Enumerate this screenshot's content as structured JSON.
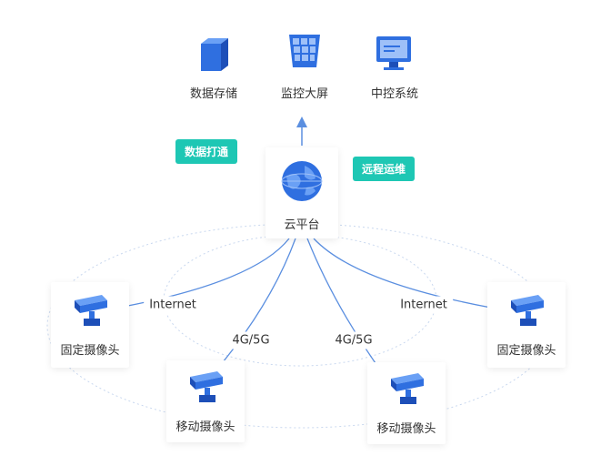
{
  "top_nodes": [
    {
      "label": "数据存储",
      "icon": "cube-icon"
    },
    {
      "label": "监控大屏",
      "icon": "monitor-wall-icon"
    },
    {
      "label": "中控系统",
      "icon": "control-system-icon"
    }
  ],
  "tags": {
    "left": "数据打通",
    "right": "远程运维"
  },
  "cloud": {
    "label": "云平台",
    "icon": "globe-icon"
  },
  "cameras": [
    {
      "label": "固定摄像头",
      "icon": "fixed-camera-icon"
    },
    {
      "label": "移动摄像头",
      "icon": "mobile-camera-icon"
    },
    {
      "label": "移动摄像头",
      "icon": "mobile-camera-icon"
    },
    {
      "label": "固定摄像头",
      "icon": "fixed-camera-icon"
    }
  ],
  "links": {
    "internet_left": "Internet",
    "internet_right": "Internet",
    "mobile_left": "4G/5G",
    "mobile_right": "4G/5G"
  },
  "colors": {
    "accent": "#2f6fe0",
    "tag": "#1ec7b4",
    "line": "#5b8fe0"
  }
}
